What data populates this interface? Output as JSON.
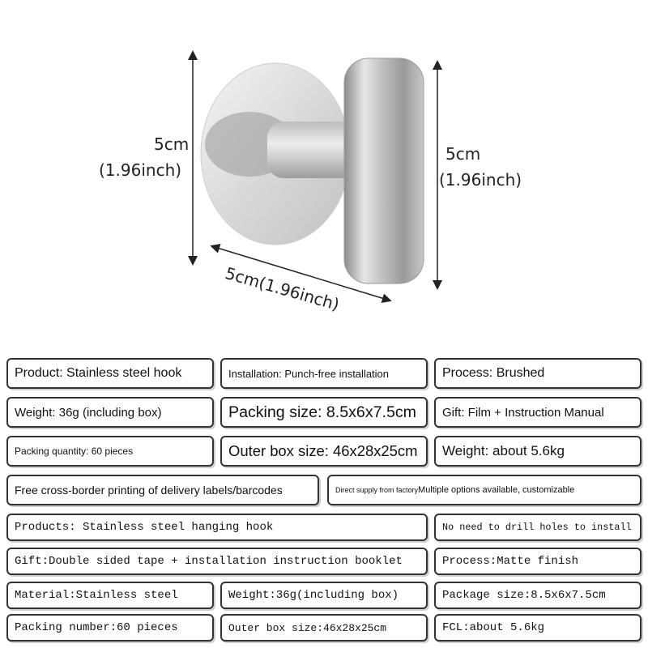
{
  "dimensions": {
    "height_left": "5cm",
    "height_left_inch": "(1.96inch)",
    "height_right": "5cm",
    "height_right_inch": "(1.96inch)",
    "depth": "5cm(1.96inch)"
  },
  "spec_boxes_top": {
    "row1": [
      "Product: Stainless steel hook",
      "Installation: Punch-free installation",
      "Process: Brushed"
    ],
    "row2": [
      "Weight: 36g (including box)",
      "Packing size: 8.5x6x7.5cm",
      "Gift: Film + Instruction Manual"
    ],
    "row3": [
      "Packing quantity: 60 pieces",
      "Outer box size: 46x28x25cm",
      "Weight: about 5.6kg"
    ],
    "row4": [
      "Free cross-border printing of delivery labels/barcodes",
      "Direct supply from factory",
      "Multiple options available, customizable"
    ]
  },
  "spec_boxes_bottom": {
    "row1": [
      "Products: Stainless steel hanging hook",
      "No need to drill holes to install"
    ],
    "row2": [
      "Gift:Double sided tape + installation instruction booklet",
      "Process:Matte finish"
    ],
    "row3": [
      "Material:Stainless steel",
      "Weight:36g(including box)",
      "Package size:8.5x6x7.5cm"
    ],
    "row4": [
      "Packing number:60 pieces",
      "Outer box size:46x28x25cm",
      "FCL:about 5.6kg"
    ]
  },
  "colors": {
    "steel_light": "#e9e9e9",
    "steel_mid": "#bdbdbd",
    "steel_dark": "#8a8a8a",
    "border": "#333333"
  }
}
